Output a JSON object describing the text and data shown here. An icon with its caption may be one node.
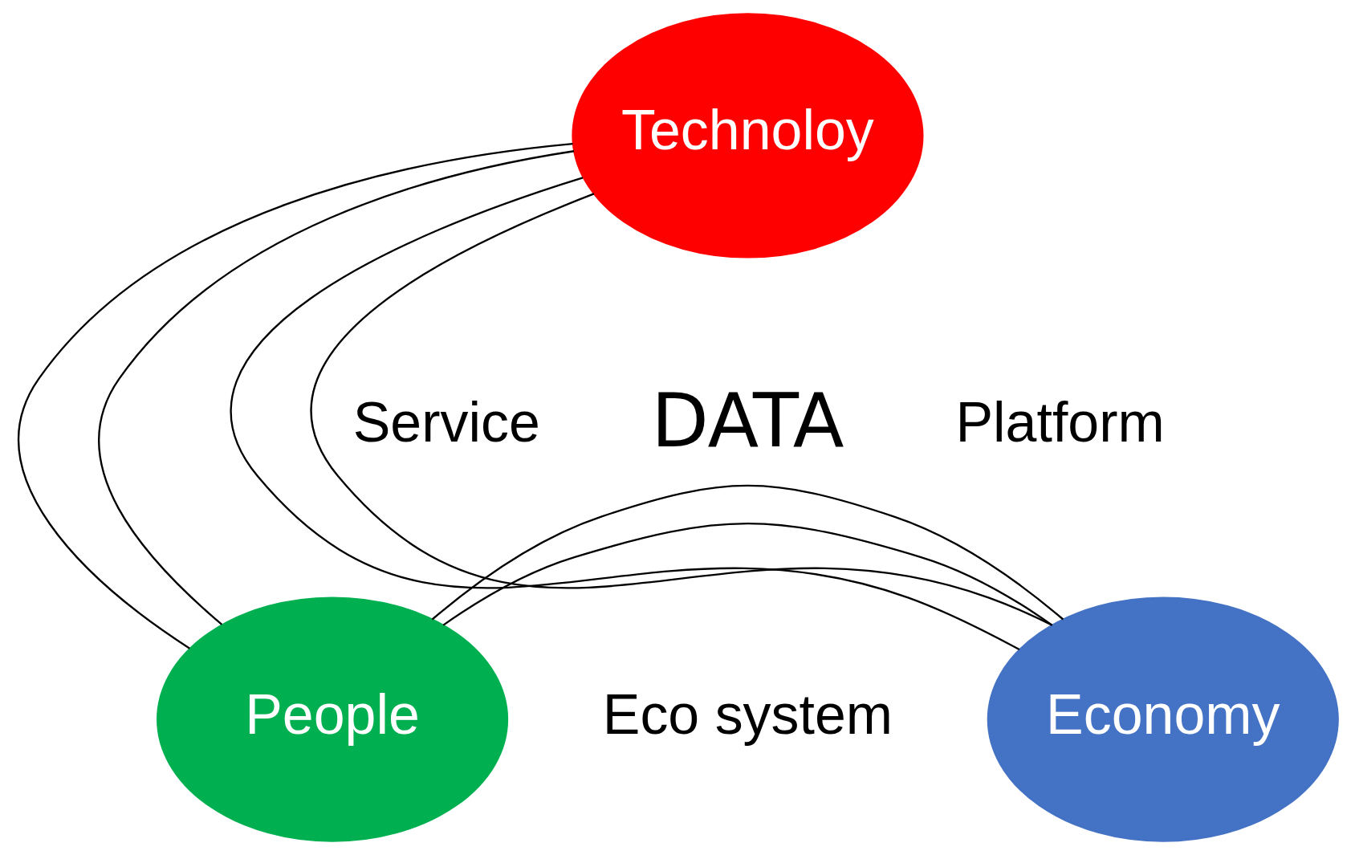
{
  "diagram": {
    "nodes": [
      {
        "text": [
          "Technoloy"
        ]
      },
      {
        "text": [
          "People"
        ]
      },
      {
        "text": [
          "Economy"
        ]
      }
    ],
    "edges": [
      {
        "from": 0,
        "to": 1,
        "arrow": "none"
      },
      {
        "from": 0,
        "to": 2,
        "arrow": "none"
      },
      {
        "from": 0,
        "to": 1,
        "arrow": "none"
      },
      {
        "from": 0,
        "to": 2,
        "arrow": "none"
      },
      {
        "from": 1,
        "to": 2,
        "arrow": "none"
      },
      {
        "from": 1,
        "to": 2,
        "arrow": "none"
      }
    ],
    "labels": [
      "Service",
      "Platform",
      "DATA",
      "Eco system"
    ]
  }
}
